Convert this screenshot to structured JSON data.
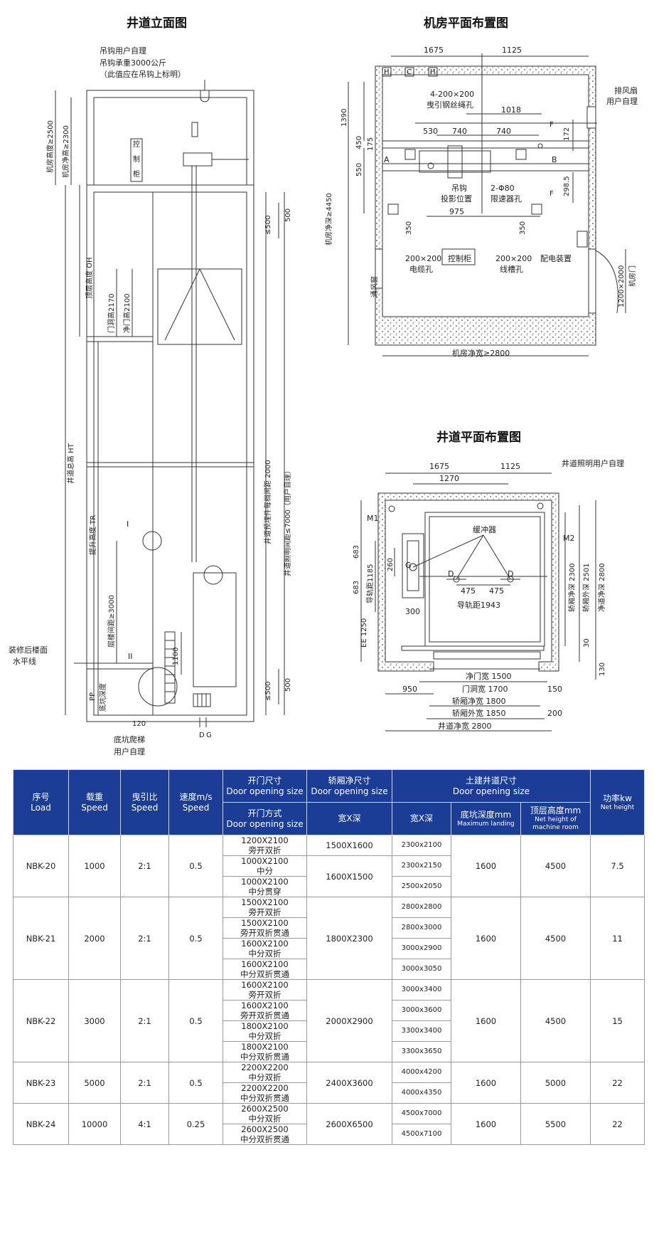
{
  "titles": {
    "elevation": "井道立面图",
    "machine_room": "机房平面布置图",
    "shaft_plan": "井道平面布置图"
  },
  "elevation": {
    "hook_note_1": "吊钩用户自理",
    "hook_note_2": "吊钩承重3000公斤",
    "hook_note_3": "（此值应在吊钩上标明）",
    "machine_room_height": "机房高度≥2500",
    "machine_room_clear": "机房净高≥2300",
    "control_cabinet": [
      "控",
      "制",
      "柜"
    ],
    "overhead": "顶层高度 OH",
    "door_hole_height": "门洞高2170",
    "clear_door_height": "净门高2100",
    "total_height": "井道总高 HT",
    "travel": "提升高度 TR",
    "floor_distance": "层楼间距≥3000",
    "pit_depth": "底坑深度",
    "pp": "PP",
    "finished_floor_1": "装修后楼面",
    "finished_floor_2": "水平线",
    "embed_spacing": "井道预埋件每档间距 2000",
    "lighting_spacing": "井道照明间距≤7000（用户自理）",
    "le500_top": "≤500",
    "v500_top": "500",
    "le500_bottom": "≤500",
    "v500_bottom": "500",
    "dim_1100": "1100",
    "dim_120": "120",
    "mark_I": "I",
    "mark_II": "II",
    "mark_D": "D",
    "mark_G": "G",
    "ladder_1": "底坑爬梯",
    "ladder_2": "用户自理"
  },
  "machine_room": {
    "dim_1675": "1675",
    "dim_1125": "1125",
    "dim_1390": "1390",
    "dim_450": "450",
    "dim_175": "175",
    "dim_550": "550",
    "depth": "机房净深≥4450",
    "holes": "4-200×200",
    "rope_holes": "曳引钢丝绳孔",
    "dim_1018": "1018",
    "dim_530": "530",
    "dim_740a": "740",
    "dim_740b": "740",
    "dim_172": "172",
    "dim_298": "298.5",
    "mark_A": "A",
    "mark_B": "B",
    "mark_F1": "F",
    "mark_F2": "F",
    "hook": "吊钩",
    "projection": "投影位置",
    "gov": "2-Φ80",
    "gov_hole": "限速器孔",
    "dim_975": "975",
    "dim_350a": "350",
    "dim_350b": "350",
    "hole1": "200×200",
    "cable_hole": "电缆孔",
    "ctrl": "控制柜",
    "hole2": "200×200",
    "trunk_hole": "线槽孔",
    "power": "配电装置",
    "vent_window": "通风窗",
    "fan": "排风扇",
    "fan_user": "用户自理",
    "room_door": "机房门",
    "door_size": "1200×2000",
    "width": "机房净宽≥2800",
    "H1": "H",
    "C": "C",
    "H2": "H"
  },
  "shaft_plan": {
    "dim_1675": "1675",
    "dim_1125": "1125",
    "dim_1270": "1270",
    "lighting": "井道照明用户自理",
    "M1": "M1",
    "M2": "M2",
    "buffer": "缓冲器",
    "dim_683a": "683",
    "dim_683b": "683",
    "rail_1185": "导轨距1185",
    "dim_260": "260",
    "G": "G",
    "D1": "D",
    "D2": "D",
    "dim_475a": "475",
    "dim_475b": "475",
    "rail_1943": "导轨距1943",
    "dim_300": "300",
    "EE": "EE 1250",
    "car_outer_depth": "轿厢外深 2501",
    "car_inner_depth": "轿厢净深 2300",
    "shaft_depth": "净道净深 2800",
    "dim_30": "30",
    "dim_130": "130",
    "clear_door": "净门宽 1500",
    "door_hole": "门洞宽 1700",
    "dim_950": "950",
    "dim_150": "150",
    "car_inner_width": "轿厢净宽 1800",
    "car_outer_width": "轿厢外宽 1850",
    "dim_200": "200",
    "shaft_width": "井道净宽 2800"
  },
  "table": {
    "headers": {
      "no_cn": "序号",
      "no_en": "Load",
      "load_cn": "载重",
      "load_en": "Speed",
      "ratio_cn": "曳引比",
      "ratio_en": "Speed",
      "speed_cn": "速度m/s",
      "speed_en": "Speed",
      "door_cn": "开门尺寸",
      "door_en": "Door opening size",
      "dooropen_cn": "开门方式",
      "dooropen_en": "Door opening size",
      "car_cn": "轿厢净尺寸",
      "car_en": "Door opening size",
      "carwd": "宽X深",
      "civil_cn": "土建井道尺寸",
      "civil_en": "Door opening size",
      "shaftwd": "宽X深",
      "pit_cn": "底坑深度mm",
      "pit_en": "Maximum landing",
      "oh_cn": "顶层高度mm",
      "oh_en": "Net height of machine room",
      "power_cn": "功率kw",
      "power_en": "Net height"
    },
    "rows": [
      {
        "id": "NBK-20",
        "load": "1000",
        "ratio": "2:1",
        "speed": "0.5",
        "doors": [
          [
            "1200X2100",
            "旁开双折"
          ],
          [
            "1000X2100",
            "中分"
          ],
          [
            "1000X2100",
            "中分贯穿"
          ]
        ],
        "cars": [
          {
            "size": "1500X1600",
            "span": 1
          },
          {
            "size": "1600X1500",
            "span": 2
          }
        ],
        "shafts": [
          "2300x2100",
          "2300x2150",
          "2500x2050"
        ],
        "pit": "1600",
        "oh": "4500",
        "power": "7.5"
      },
      {
        "id": "NBK-21",
        "load": "2000",
        "ratio": "2:1",
        "speed": "0.5",
        "doors": [
          [
            "1500X2100",
            "旁开双折"
          ],
          [
            "1500X2100",
            "旁开双折贯通"
          ],
          [
            "1600X2100",
            "中分双折"
          ],
          [
            "1600X2100",
            "中分双折贯通"
          ]
        ],
        "cars": [
          {
            "size": "1800X2300",
            "span": 4
          }
        ],
        "shafts": [
          "2800x2800",
          "2800x3000",
          "3000x2900",
          "3000x3050"
        ],
        "pit": "1600",
        "oh": "4500",
        "power": "11"
      },
      {
        "id": "NBK-22",
        "load": "3000",
        "ratio": "2:1",
        "speed": "0.5",
        "doors": [
          [
            "1600X2100",
            "旁开双折"
          ],
          [
            "1600X2100",
            "旁开双折贯通"
          ],
          [
            "1800X2100",
            "中分双折"
          ],
          [
            "1800X2100",
            "中分双折贯通"
          ]
        ],
        "cars": [
          {
            "size": "2000X2900",
            "span": 4
          }
        ],
        "shafts": [
          "3000x3400",
          "3000x3600",
          "3300x3400",
          "3300x3650"
        ],
        "pit": "1600",
        "oh": "4500",
        "power": "15"
      },
      {
        "id": "NBK-23",
        "load": "5000",
        "ratio": "2:1",
        "speed": "0.5",
        "doors": [
          [
            "2200X2200",
            "中分双折"
          ],
          [
            "2200X2200",
            "中分双折贯通"
          ]
        ],
        "cars": [
          {
            "size": "2400X3600",
            "span": 2
          }
        ],
        "shafts": [
          "4000x4200",
          "4000x4350"
        ],
        "pit": "1600",
        "oh": "5000",
        "power": "22"
      },
      {
        "id": "NBK-24",
        "load": "10000",
        "ratio": "4:1",
        "speed": "0.25",
        "doors": [
          [
            "2600X2500",
            "中分双折"
          ],
          [
            "2600X2500",
            "中分双折贯通"
          ]
        ],
        "cars": [
          {
            "size": "2600X6500",
            "span": 2
          }
        ],
        "shafts": [
          "4500x7000",
          "4500x7100"
        ],
        "pit": "1600",
        "oh": "5500",
        "power": "22"
      }
    ]
  }
}
